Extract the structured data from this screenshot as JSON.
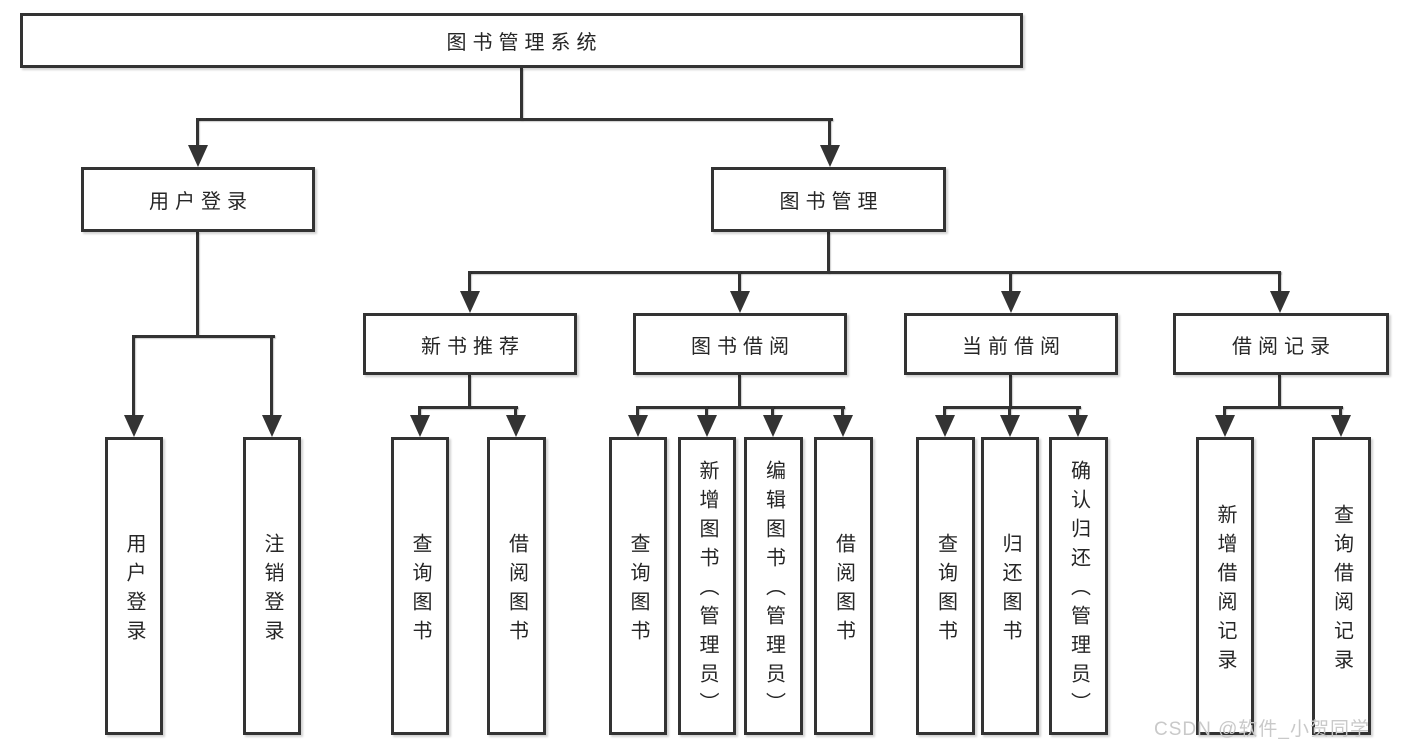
{
  "diagram": {
    "title": "图书管理系统",
    "watermark": "CSDN @软件_小贺同学",
    "colors": {
      "line": "#333333",
      "box_border": "#333333",
      "box_fill": "#ffffff",
      "text": "#262626",
      "watermark": "#c9c9c9"
    },
    "branches": [
      {
        "label": "用户登录",
        "children": [
          {
            "label": "用户登录"
          },
          {
            "label": "注销登录"
          }
        ]
      },
      {
        "label": "图书管理",
        "children": [
          {
            "label": "新书推荐",
            "children": [
              {
                "label": "查询图书"
              },
              {
                "label": "借阅图书"
              }
            ]
          },
          {
            "label": "图书借阅",
            "children": [
              {
                "label": "查询图书"
              },
              {
                "label": "新增图书（管理员）"
              },
              {
                "label": "编辑图书（管理员）"
              },
              {
                "label": "借阅图书"
              }
            ]
          },
          {
            "label": "当前借阅",
            "children": [
              {
                "label": "查询图书"
              },
              {
                "label": "归还图书"
              },
              {
                "label": "确认归还（管理员）"
              }
            ]
          },
          {
            "label": "借阅记录",
            "children": [
              {
                "label": "新增借阅记录"
              },
              {
                "label": "查询借阅记录"
              }
            ]
          }
        ]
      }
    ]
  }
}
